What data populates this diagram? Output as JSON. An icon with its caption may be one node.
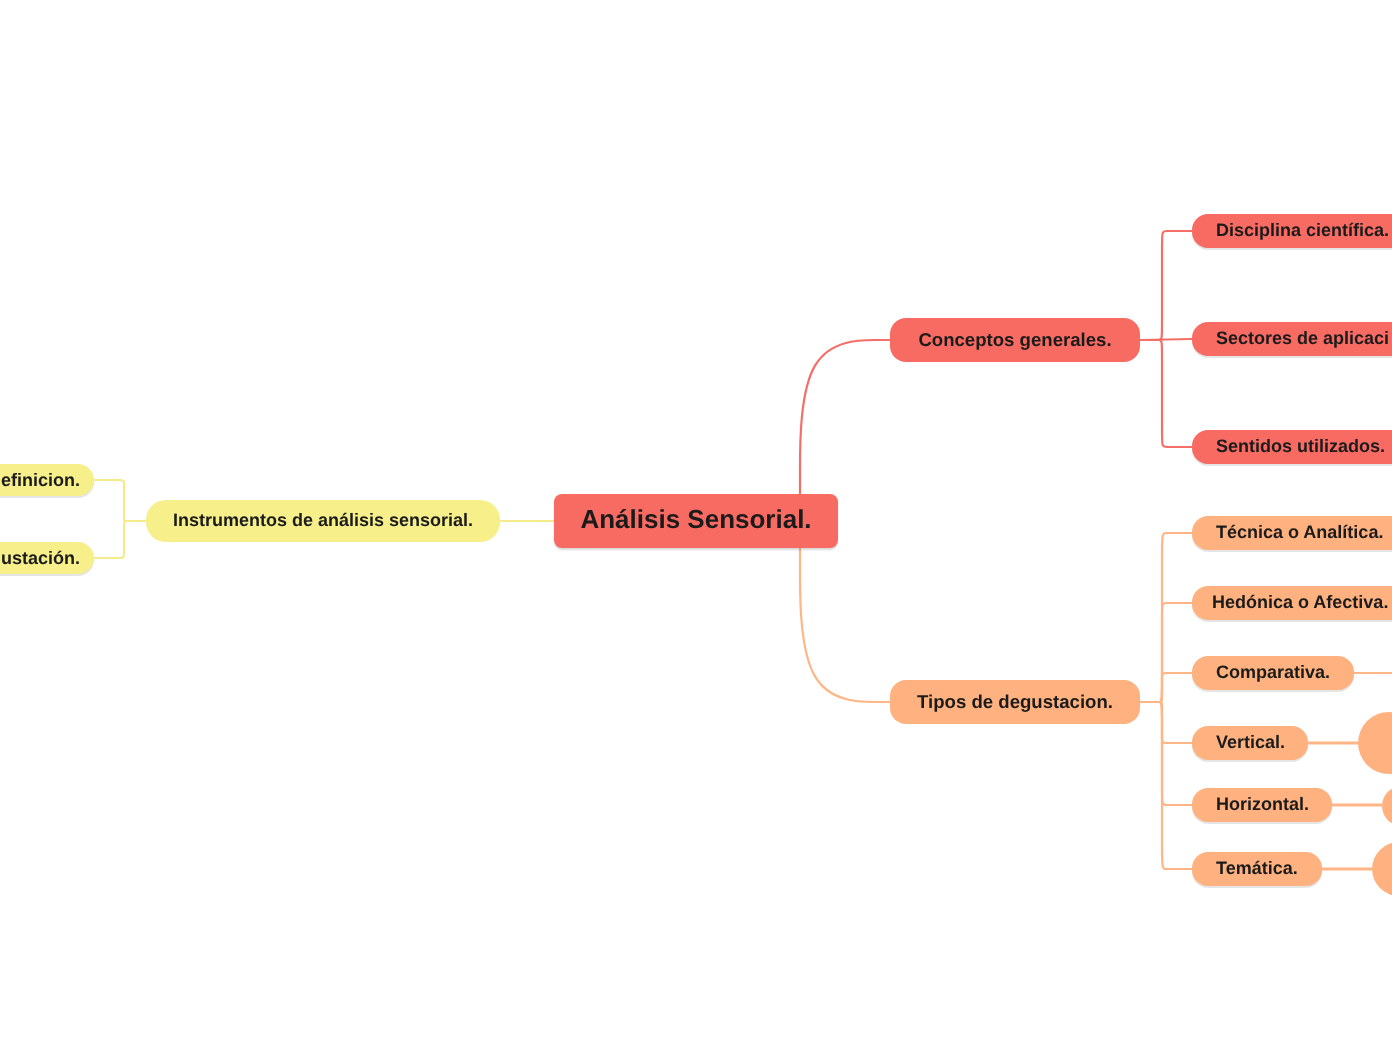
{
  "diagram": {
    "nodes": [
      {
        "text": [
          "Análisis Sensorial."
        ]
      },
      {
        "text": [
          "Instrumentos de análisis sensorial."
        ]
      },
      {
        "text": [
          "efinicion."
        ]
      },
      {
        "text": [
          "ustación."
        ]
      },
      {
        "text": [
          "Conceptos generales."
        ]
      },
      {
        "text": [
          "Disciplina científica."
        ]
      },
      {
        "text": [
          "Sectores de aplicaci"
        ]
      },
      {
        "text": [
          "Sentidos utilizados."
        ]
      },
      {
        "text": [
          "Tipos de degustacion."
        ]
      },
      {
        "text": [
          "Técnica o Analítica."
        ]
      },
      {
        "text": [
          "Hedónica o Afectiva."
        ]
      },
      {
        "text": [
          "Comparativa."
        ]
      },
      {
        "text": [
          "Vertical."
        ]
      },
      {
        "text": [
          "Horizontal."
        ]
      },
      {
        "text": [
          "Temática."
        ]
      },
      {
        "text": [],
        "shape": "circle"
      },
      {
        "text": [],
        "shape": "circle"
      },
      {
        "text": [],
        "shape": "circle"
      }
    ],
    "edges": [
      {
        "from": 0,
        "to": 1,
        "arrow": "none",
        "color": "#f4ec8c"
      },
      {
        "from": 1,
        "to": 2,
        "arrow": "none",
        "color": "#f4ec8c"
      },
      {
        "from": 1,
        "to": 3,
        "arrow": "none",
        "color": "#f4ec8c"
      },
      {
        "from": 0,
        "to": 4,
        "arrow": "none",
        "color": "#f46f67"
      },
      {
        "from": 4,
        "to": 5,
        "arrow": "none",
        "color": "#f46f67"
      },
      {
        "from": 4,
        "to": 6,
        "arrow": "none",
        "color": "#f46f67"
      },
      {
        "from": 4,
        "to": 7,
        "arrow": "none",
        "color": "#f46f67"
      },
      {
        "from": 0,
        "to": 8,
        "arrow": "none"
      },
      {
        "from": 8,
        "to": 9,
        "arrow": "none"
      },
      {
        "from": 8,
        "to": 10,
        "arrow": "none"
      },
      {
        "from": 8,
        "to": 11,
        "arrow": "none"
      },
      {
        "from": 8,
        "to": 12,
        "arrow": "none"
      },
      {
        "from": 8,
        "to": 13,
        "arrow": "none"
      },
      {
        "from": 8,
        "to": 14,
        "arrow": "none"
      },
      {
        "from": 11,
        "to": null,
        "arrow": "none"
      },
      {
        "from": 12,
        "to": 15,
        "arrow": "none"
      },
      {
        "from": 13,
        "to": 16,
        "arrow": "none"
      },
      {
        "from": 14,
        "to": 17,
        "arrow": "none"
      }
    ]
  }
}
